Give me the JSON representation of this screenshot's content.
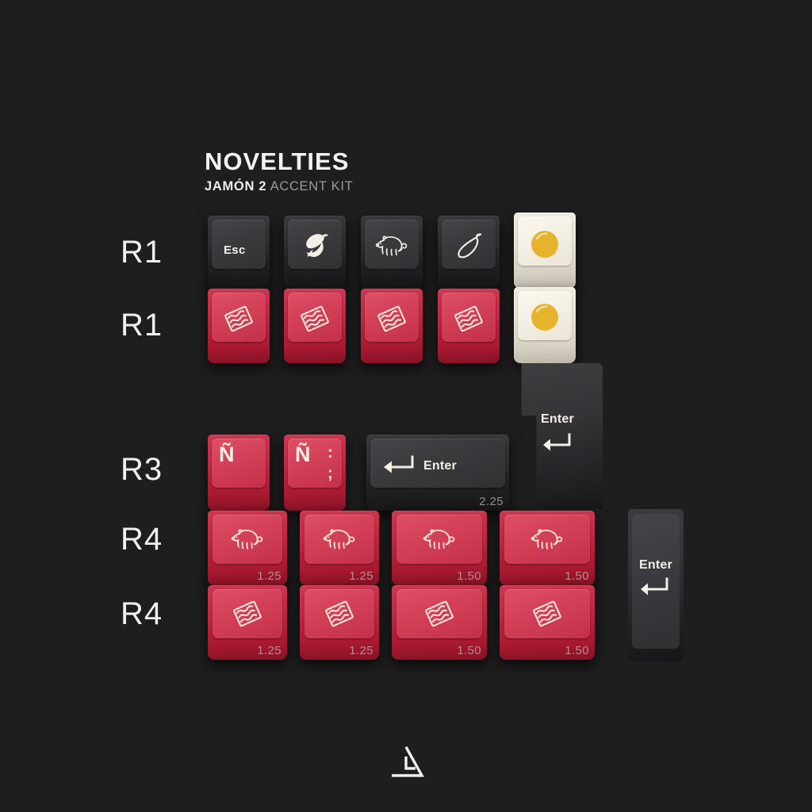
{
  "meta": {
    "background_color": "#1e1e1e",
    "accent_red": "#c4223f",
    "accent_cream": "#ece8dc",
    "accent_yolk": "#e8b32c",
    "legend_color": "#f2efe4",
    "size_label_color": "#8d8d8d"
  },
  "header": {
    "title": "NOVELTIES",
    "subtitle_strong": "JAMÓN 2",
    "subtitle_rest": " ACCENT KIT"
  },
  "row_labels": [
    {
      "text": "R1"
    },
    {
      "text": "R1"
    },
    {
      "text": "R3"
    },
    {
      "text": "R4"
    },
    {
      "text": "R4"
    }
  ],
  "rows": [
    {
      "label": "R1",
      "keys": [
        {
          "name": "esc-key",
          "color": "dark",
          "legend": "Esc",
          "icon": "none",
          "size": ""
        },
        {
          "name": "acorn-key",
          "color": "dark",
          "legend": "",
          "icon": "acorn",
          "size": ""
        },
        {
          "name": "pig-key",
          "color": "dark",
          "legend": "",
          "icon": "pig",
          "size": ""
        },
        {
          "name": "chili-key",
          "color": "dark",
          "legend": "",
          "icon": "chili",
          "size": ""
        },
        {
          "name": "fried-egg-key",
          "color": "cream",
          "legend": "",
          "icon": "egg",
          "size": ""
        }
      ]
    },
    {
      "label": "R1",
      "keys": [
        {
          "name": "bacon-key-1",
          "color": "red",
          "legend": "",
          "icon": "bacon",
          "size": ""
        },
        {
          "name": "bacon-key-2",
          "color": "red",
          "legend": "",
          "icon": "bacon",
          "size": ""
        },
        {
          "name": "bacon-key-3",
          "color": "red",
          "legend": "",
          "icon": "bacon",
          "size": ""
        },
        {
          "name": "bacon-key-4",
          "color": "red",
          "legend": "",
          "icon": "bacon",
          "size": ""
        },
        {
          "name": "fried-egg-key-2",
          "color": "cream",
          "legend": "",
          "icon": "egg",
          "size": ""
        }
      ]
    },
    {
      "label": "R3",
      "keys": [
        {
          "name": "enye-key",
          "color": "red",
          "legend": "Ñ",
          "icon": "none",
          "size": ""
        },
        {
          "name": "enye-colon-key",
          "color": "red",
          "legend": "Ñ",
          "sub_top": ":",
          "sub_bottom": ";",
          "icon": "none",
          "size": ""
        },
        {
          "name": "enter-key-225",
          "color": "dark",
          "legend": "Enter",
          "icon": "enter-arrow",
          "size": "2.25"
        },
        {
          "name": "iso-enter-key",
          "color": "dark",
          "legend": "Enter",
          "icon": "enter-arrow",
          "size": ""
        }
      ]
    },
    {
      "label": "R4",
      "keys": [
        {
          "name": "pig-key-r4-1",
          "color": "red",
          "legend": "",
          "icon": "pig",
          "size": "1.25"
        },
        {
          "name": "pig-key-r4-2",
          "color": "red",
          "legend": "",
          "icon": "pig",
          "size": "1.25"
        },
        {
          "name": "pig-key-r4-3",
          "color": "red",
          "legend": "",
          "icon": "pig",
          "size": "1.50"
        },
        {
          "name": "pig-key-r4-4",
          "color": "red",
          "legend": "",
          "icon": "pig",
          "size": "1.50"
        },
        {
          "name": "enter-key-vertical",
          "color": "dark",
          "legend": "Enter",
          "icon": "enter-arrow",
          "size": ""
        }
      ]
    },
    {
      "label": "R4",
      "keys": [
        {
          "name": "bacon-key-r4-1",
          "color": "red",
          "legend": "",
          "icon": "bacon",
          "size": "1.25"
        },
        {
          "name": "bacon-key-r4-2",
          "color": "red",
          "legend": "",
          "icon": "bacon",
          "size": "1.25"
        },
        {
          "name": "bacon-key-r4-3",
          "color": "red",
          "legend": "",
          "icon": "bacon",
          "size": "1.50"
        },
        {
          "name": "bacon-key-r4-4",
          "color": "red",
          "legend": "",
          "icon": "bacon",
          "size": "1.50"
        }
      ]
    }
  ],
  "keys": {
    "esc_legend": "Esc",
    "enye_legend": "Ñ",
    "colon_legend": ":",
    "semicolon_legend": ";",
    "enter_legend": "Enter",
    "size_225": "2.25",
    "size_125_a": "1.25",
    "size_125_b": "1.25",
    "size_150_a": "1.50",
    "size_150_b": "1.50",
    "size_125_c": "1.25",
    "size_125_d": "1.25",
    "size_150_c": "1.50",
    "size_150_d": "1.50"
  },
  "logo": {
    "name": "triangle-logo"
  }
}
